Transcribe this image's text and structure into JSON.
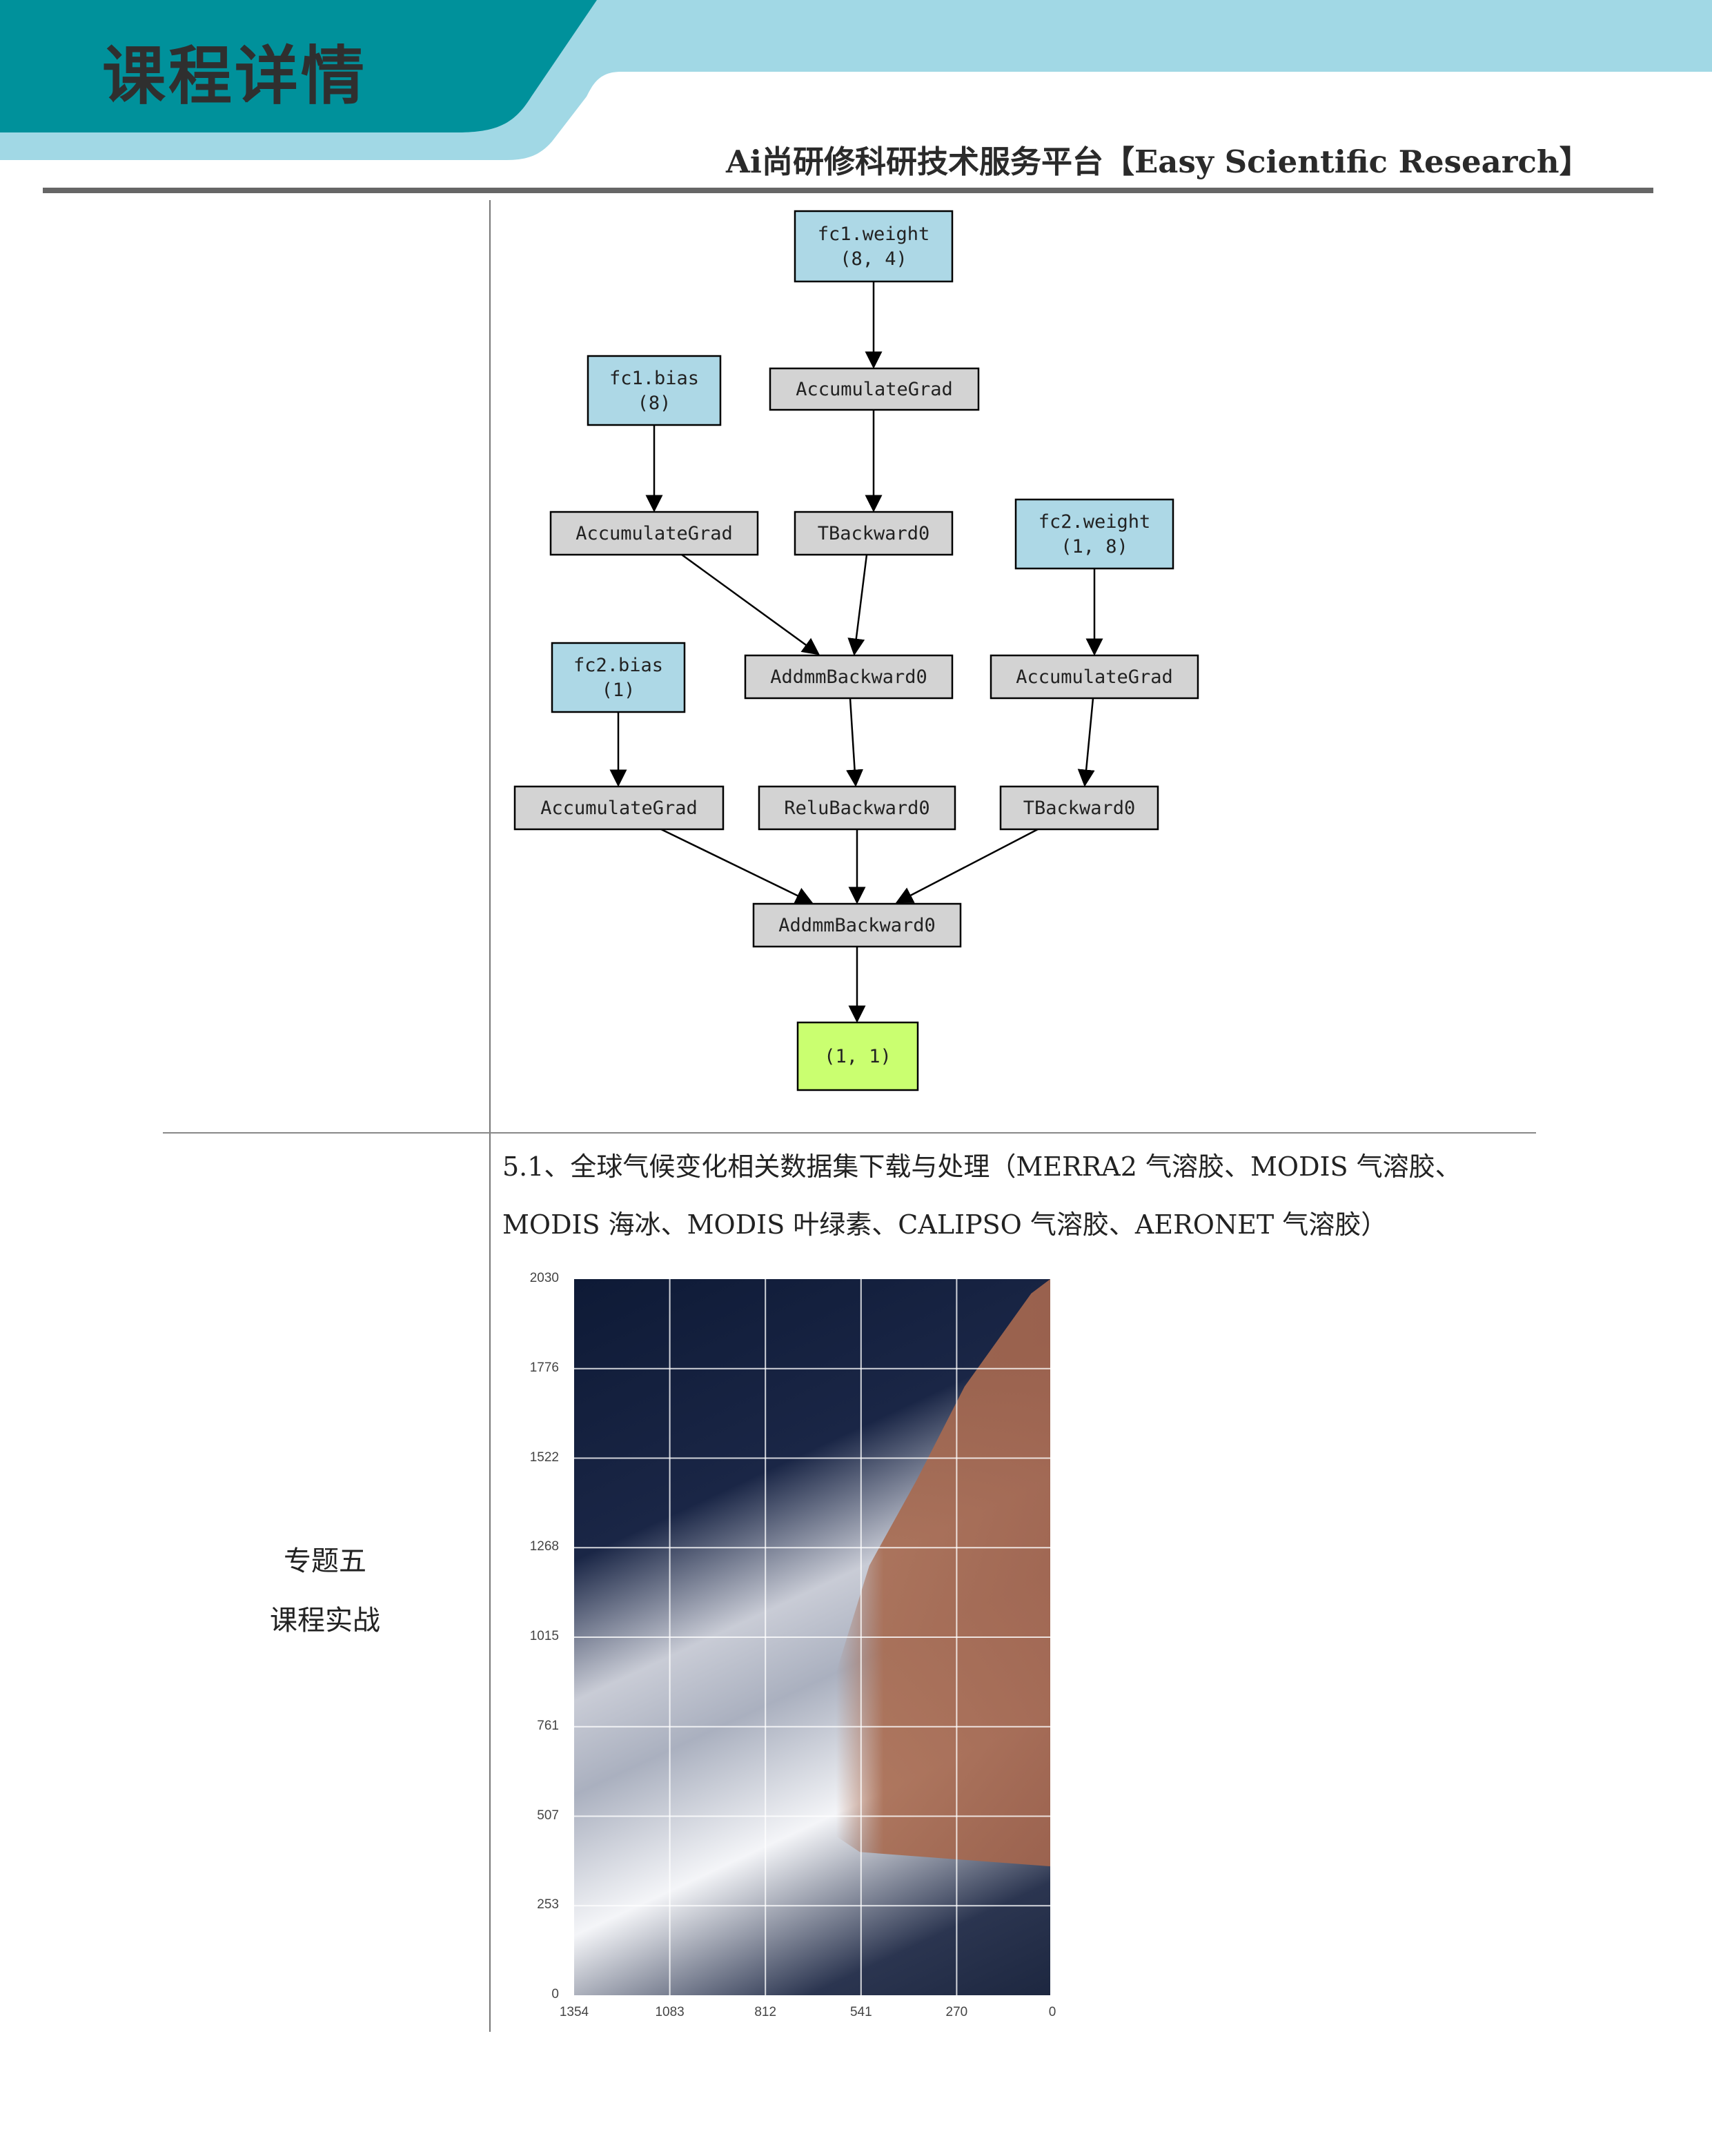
{
  "header": {
    "title": "课程详情",
    "subtitle": "Ai尚研修科研技术服务平台【Easy Scientific Research】",
    "colors": {
      "dark_teal": "#00919b",
      "light_blue": "#a1d8e5",
      "rule": "#666666"
    }
  },
  "graph": {
    "nodes": [
      {
        "id": "fc1w",
        "lines": [
          "fc1.weight",
          "(8, 4)"
        ],
        "fill": "#add8e6"
      },
      {
        "id": "acc1",
        "lines": [
          "AccumulateGrad"
        ],
        "fill": "#d3d3d3"
      },
      {
        "id": "fc1b",
        "lines": [
          "fc1.bias",
          "(8)"
        ],
        "fill": "#add8e6"
      },
      {
        "id": "acc2",
        "lines": [
          "AccumulateGrad"
        ],
        "fill": "#d3d3d3"
      },
      {
        "id": "tb1",
        "lines": [
          "TBackward0"
        ],
        "fill": "#d3d3d3"
      },
      {
        "id": "fc2w",
        "lines": [
          "fc2.weight",
          "(1, 8)"
        ],
        "fill": "#add8e6"
      },
      {
        "id": "fc2b",
        "lines": [
          "fc2.bias",
          "(1)"
        ],
        "fill": "#add8e6"
      },
      {
        "id": "addmm1",
        "lines": [
          "AddmmBackward0"
        ],
        "fill": "#d3d3d3"
      },
      {
        "id": "acc3",
        "lines": [
          "AccumulateGrad"
        ],
        "fill": "#d3d3d3"
      },
      {
        "id": "acc4",
        "lines": [
          "AccumulateGrad"
        ],
        "fill": "#d3d3d3"
      },
      {
        "id": "relu",
        "lines": [
          "ReluBackward0"
        ],
        "fill": "#d3d3d3"
      },
      {
        "id": "tb2",
        "lines": [
          "TBackward0"
        ],
        "fill": "#d3d3d3"
      },
      {
        "id": "addmm2",
        "lines": [
          "AddmmBackward0"
        ],
        "fill": "#d3d3d3"
      },
      {
        "id": "out",
        "lines": [
          "(1, 1)"
        ],
        "fill": "#caff70"
      }
    ]
  },
  "section": {
    "topic_line1": "专题五",
    "topic_line2": "课程实战",
    "heading_line1": "5.1、全球气候变化相关数据集下载与处理（MERRA2 气溶胶、MODIS 气溶胶、",
    "heading_line2": "MODIS 海冰、MODIS 叶绿素、CALIPSO 气溶胶、AERONET 气溶胶）"
  },
  "image_plot": {
    "y_ticks": [
      "2030",
      "1776",
      "1522",
      "1268",
      "1015",
      "761",
      "507",
      "253",
      "0"
    ],
    "x_ticks": [
      "1354",
      "1083",
      "812",
      "541",
      "270",
      "0"
    ]
  }
}
